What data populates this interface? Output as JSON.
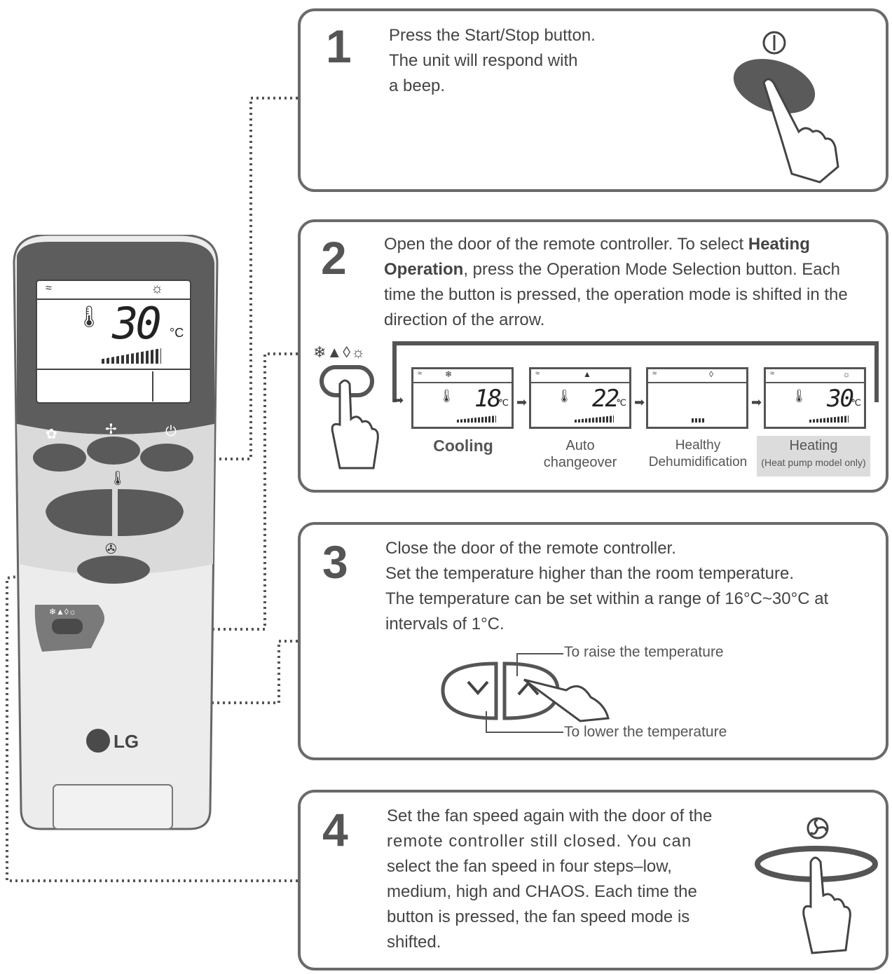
{
  "steps": [
    {
      "number": "1",
      "lines": [
        "Press the Start/Stop button.",
        "The unit will respond with",
        "a beep."
      ]
    },
    {
      "number": "2",
      "parts": [
        "Open the door of the remote controller. To select ",
        "Heating Operation",
        ", press the Operation Mode Selection button. Each time the button is pressed, the operation mode is shifted in the direction of the arrow."
      ]
    },
    {
      "number": "3",
      "lines": [
        "Close the door of the remote controller.",
        "Set the temperature higher than the room temperature.",
        "The temperature can be set within a range of 16°C~30°C at",
        "intervals of 1°C."
      ]
    },
    {
      "number": "4",
      "lines": [
        "Set the fan speed again with the door of the",
        "remote controller still closed. You can",
        "select the fan speed in four steps–low,",
        "medium, high and CHAOS. Each time the",
        "button is pressed, the fan speed mode is",
        "shifted."
      ]
    }
  ],
  "modes": [
    {
      "label": "Cooling",
      "sublabel": "",
      "temp": "18",
      "icon": "❄"
    },
    {
      "label": "Auto",
      "sublabel": "changeover",
      "temp": "22",
      "icon": "▲"
    },
    {
      "label": "Healthy",
      "sublabel": "Dehumidification",
      "temp": "",
      "icon": "◊"
    },
    {
      "label": "Heating",
      "sublabel": "(Heat pump model only)",
      "temp": "30",
      "icon": "☼"
    }
  ],
  "temp_unit": "°C",
  "remote": {
    "display_temp": "30",
    "unit": "°C",
    "brand": "LG"
  },
  "mode_icons": "❄▲◊☼",
  "temp_buttons": {
    "raise": "To raise the temperature",
    "lower": "To lower the temperature"
  },
  "colors": {
    "border": "#6a6a6a",
    "remote_body": "#e9e9e9",
    "remote_dark": "#5a5a5a",
    "heating_highlight": "#dcdcdc"
  }
}
